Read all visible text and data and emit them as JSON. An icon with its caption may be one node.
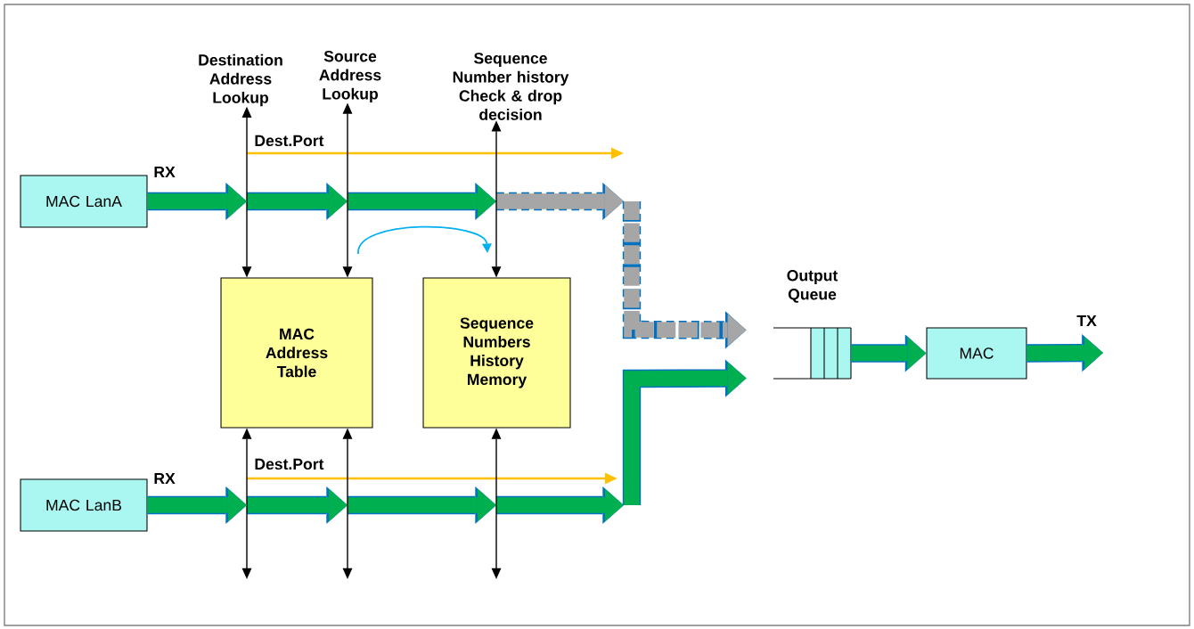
{
  "diagram": {
    "nodes": [
      {
        "text": [
          "Destination Address Lookup"
        ]
      },
      {
        "text": [
          "Source Address Lookup"
        ]
      },
      {
        "text": [
          "Sequence Number history Check & drop decision"
        ]
      },
      {
        "text": [
          "MAC LanA"
        ]
      },
      {
        "text": [
          "MAC Address Table"
        ]
      },
      {
        "text": [
          "Sequence Numbers History Memory"
        ]
      },
      {
        "text": [
          "Output Queue"
        ]
      },
      {
        "text": [
          "MAC"
        ]
      },
      {
        "text": [
          "MAC LanB"
        ]
      }
    ],
    "edges": [
      {
        "from": 0,
        "to": 4,
        "arrow": "both"
      },
      {
        "from": 1,
        "to": 4,
        "arrow": "both"
      },
      {
        "from": 2,
        "to": 5,
        "arrow": "both"
      },
      {
        "from": 3,
        "to": null,
        "arrow": "to",
        "style": "thick",
        "color": "#00b050"
      },
      {
        "from": null,
        "to": 6,
        "arrow": "to",
        "style": "dashed",
        "color": "#a6a6a6"
      },
      {
        "from": 4,
        "to": null,
        "arrow": "both"
      },
      {
        "from": 4,
        "to": null,
        "arrow": "both"
      },
      {
        "from": 5,
        "to": null,
        "arrow": "both"
      },
      {
        "from": 8,
        "to": null,
        "arrow": "to",
        "style": "thick",
        "color": "#00b050"
      },
      {
        "from": null,
        "to": 6,
        "arrow": "to",
        "style": "thick",
        "color": "#00b050"
      },
      {
        "from": 6,
        "to": 7,
        "arrow": "to",
        "style": "thick",
        "color": "#00b050"
      },
      {
        "from": 7,
        "to": null,
        "arrow": "to",
        "style": "thick",
        "color": "#00b050"
      }
    ],
    "labels": [
      "Dest.Port",
      "RX",
      "TX",
      "Dest.Port",
      "RX"
    ]
  }
}
